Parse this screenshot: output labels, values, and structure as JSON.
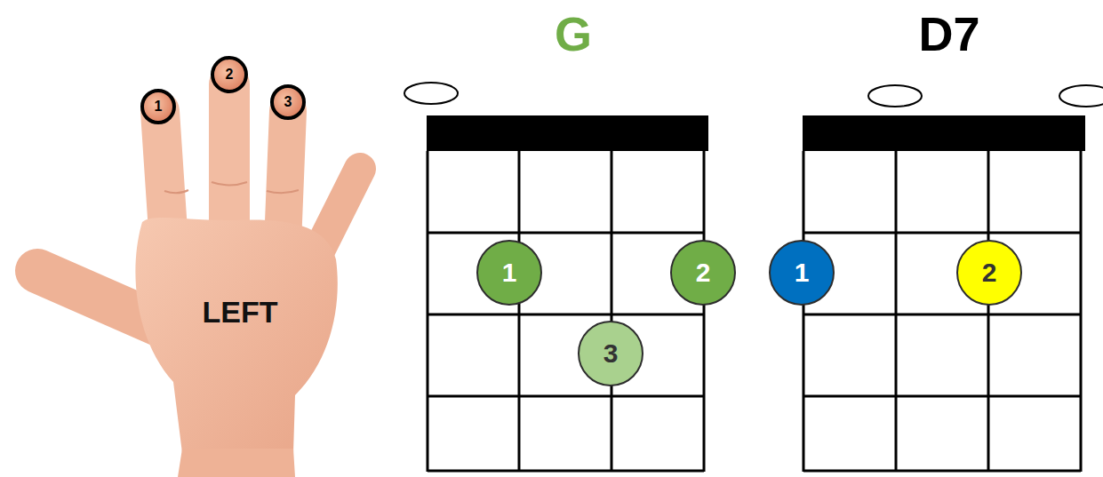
{
  "diagram": {
    "nodes": [
      {
        "text": [
          "1"
        ]
      },
      {
        "text": [
          "2"
        ]
      },
      {
        "text": [
          "3"
        ]
      },
      {
        "text": [
          "G"
        ]
      },
      {
        "text": [
          "1"
        ],
        "in": 3
      },
      {
        "text": [
          "2"
        ],
        "in": 3
      },
      {
        "text": [
          "3"
        ],
        "in": 3
      },
      {
        "text": [
          "D7"
        ]
      },
      {
        "text": [
          "1"
        ],
        "in": 7
      },
      {
        "text": [
          "2"
        ],
        "in": 7
      }
    ],
    "labels": [
      "LEFT"
    ]
  }
}
